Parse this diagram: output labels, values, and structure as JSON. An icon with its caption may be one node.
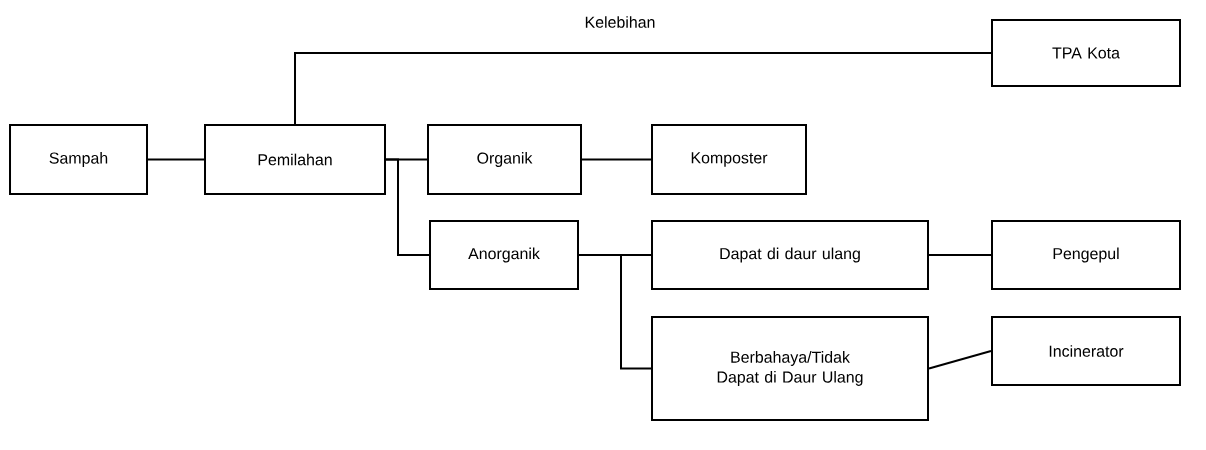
{
  "diagram": {
    "nodes": [
      {
        "text": [
          "Sampah"
        ]
      },
      {
        "text": [
          "Pemilahan"
        ]
      },
      {
        "text": [
          "TPA Kota"
        ]
      },
      {
        "text": [
          "Organik"
        ]
      },
      {
        "text": [
          "Komposter"
        ]
      },
      {
        "text": [
          "Anorganik"
        ]
      },
      {
        "text": [
          "Dapat di daur ulang"
        ]
      },
      {
        "text": [
          "Pengepul"
        ]
      },
      {
        "text": [
          "Berbahaya/Tidak Dapat di Daur Ulang"
        ]
      },
      {
        "text": [
          "Incinerator"
        ]
      }
    ],
    "edges": [
      {
        "from": 0,
        "to": 1,
        "arrow": "none"
      },
      {
        "from": 1,
        "to": 2,
        "arrow": "none",
        "label": "Kelebihan"
      },
      {
        "from": 1,
        "to": 3,
        "arrow": "none"
      },
      {
        "from": 3,
        "to": 4,
        "arrow": "none"
      },
      {
        "from": 1,
        "to": 5,
        "arrow": "none"
      },
      {
        "from": 5,
        "to": 6,
        "arrow": "none"
      },
      {
        "from": 6,
        "to": 7,
        "arrow": "none"
      },
      {
        "from": 5,
        "to": 8,
        "arrow": "none"
      },
      {
        "from": 8,
        "to": 9,
        "arrow": "none"
      }
    ]
  }
}
